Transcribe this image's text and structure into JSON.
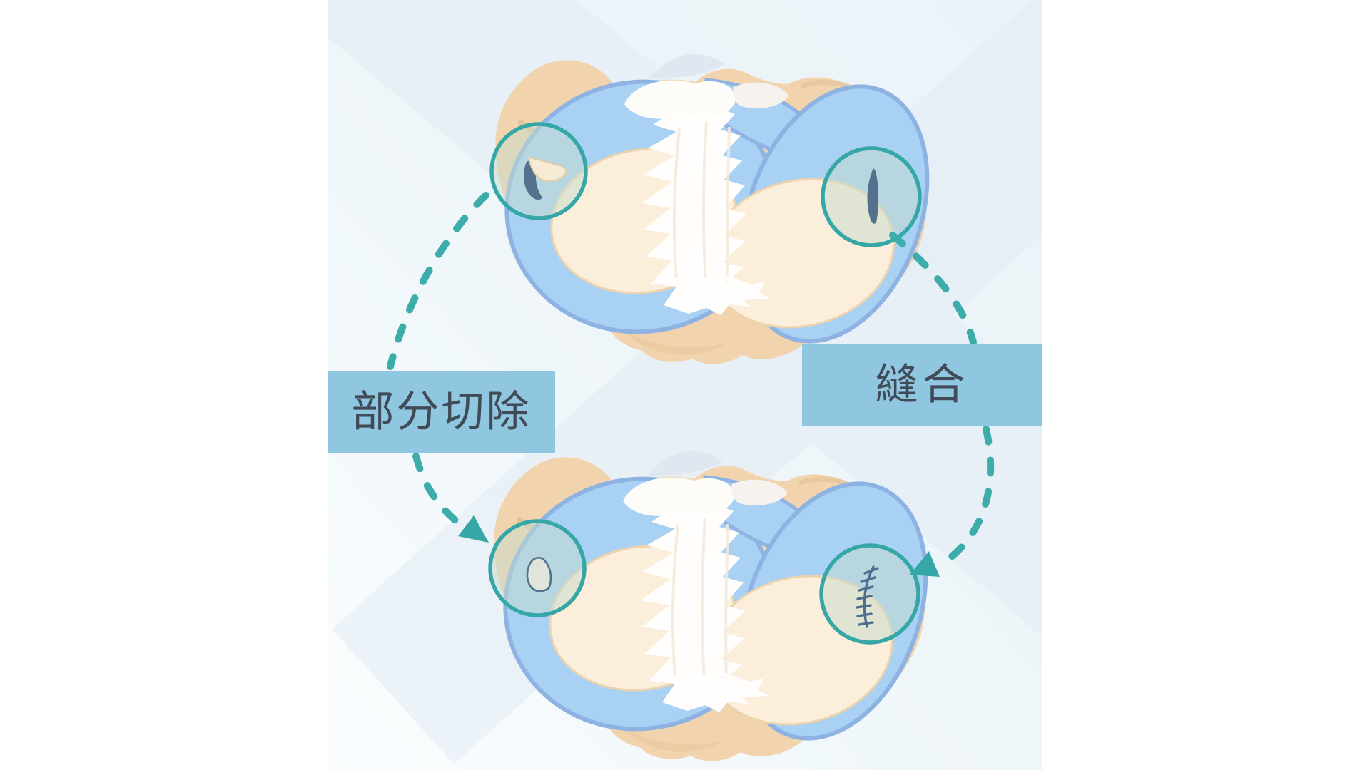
{
  "page": {
    "background": "#ffffff"
  },
  "canvas": {
    "background_top": "#eaf3f8",
    "background_bottom_left": "#fafdfe",
    "cross_band_color": "#e3ecf4"
  },
  "labels": {
    "partial_resection": "部分切除",
    "suture": "縫合",
    "box_color": "#8fc7e0",
    "text_color": "#414b58"
  },
  "palette": {
    "accent_teal": "#35a7a6",
    "dashed_arc_teal": "#3dadac",
    "highlight_ring_teal": "#35a7a6",
    "highlight_fill": "rgba(197,219,203,0.5)",
    "bone_tan": "#f1d4ae",
    "bone_shade_tan": "#dfc094",
    "meniscus_blue": "#a9d1f3",
    "meniscus_edge_blue": "#8eb3e3",
    "cartilage_cream": "#fbeedb",
    "cartilage_edge": "#ecd3ac",
    "ligament_white": "#fffefc",
    "patella_shadow": "#dfe8f1",
    "tear_slate": "#54708c",
    "suture_slate": "#4f6e8e"
  },
  "icons": [
    "highlight-circle-icon",
    "dashed-arc-icon",
    "arrowhead-icon",
    "tear-flap-icon",
    "tear-slit-icon",
    "resection-outline-icon",
    "suture-stitches-icon"
  ],
  "figures": {
    "top_knee": {
      "left_highlight": "tear-flap",
      "right_highlight": "tear-slit"
    },
    "bottom_knee": {
      "left_highlight": "resection-outline",
      "right_highlight": "suture-stitches"
    }
  }
}
